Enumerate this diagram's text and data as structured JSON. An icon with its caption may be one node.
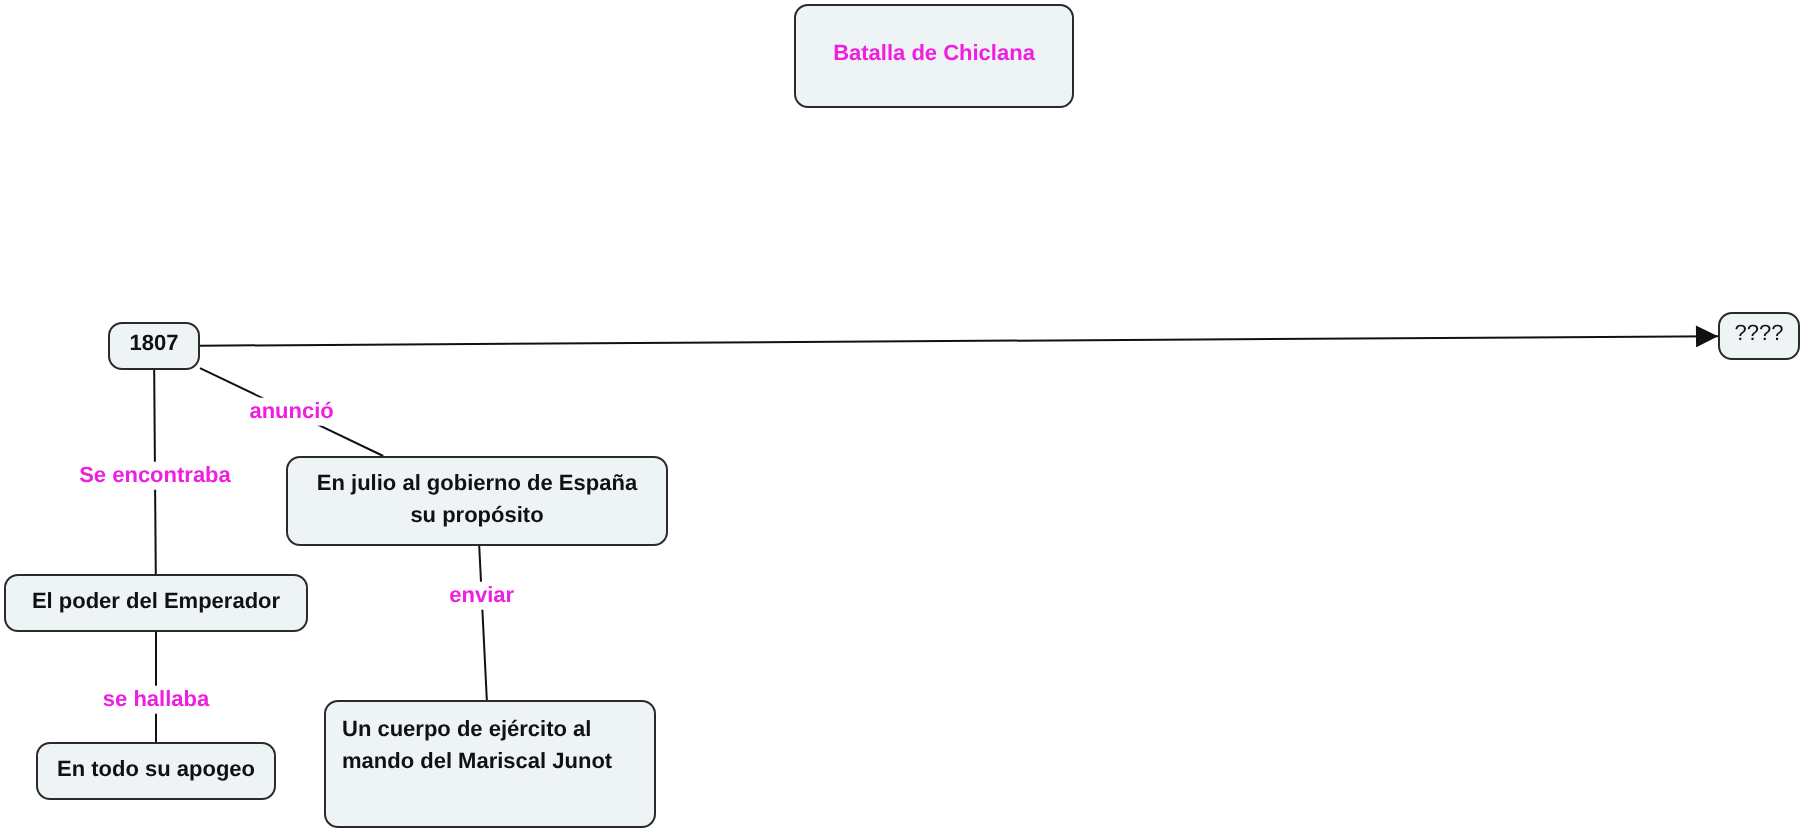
{
  "diagram": {
    "nodes": [
      {
        "text": [
          "Batalla de Chiclana"
        ]
      },
      {
        "text": [
          "1807"
        ]
      },
      {
        "text": [
          "????"
        ]
      },
      {
        "text": [
          "En julio al gobierno de España su propósito"
        ]
      },
      {
        "text": [
          "El poder del Emperador"
        ]
      },
      {
        "text": [
          "En todo su apogeo"
        ]
      },
      {
        "text": [
          "Un cuerpo de ejército al mando del Mariscal Junot"
        ]
      }
    ],
    "edges": [
      {
        "from": 1,
        "to": 2,
        "arrow": "to"
      },
      {
        "from": 1,
        "to": 3,
        "arrow": "none",
        "label": "anunció"
      },
      {
        "from": 1,
        "to": 4,
        "arrow": "none",
        "label": "Se encontraba"
      },
      {
        "from": 4,
        "to": 5,
        "arrow": "none",
        "label": "se hallaba"
      },
      {
        "from": 3,
        "to": 6,
        "arrow": "none",
        "label": "enviar"
      }
    ]
  }
}
